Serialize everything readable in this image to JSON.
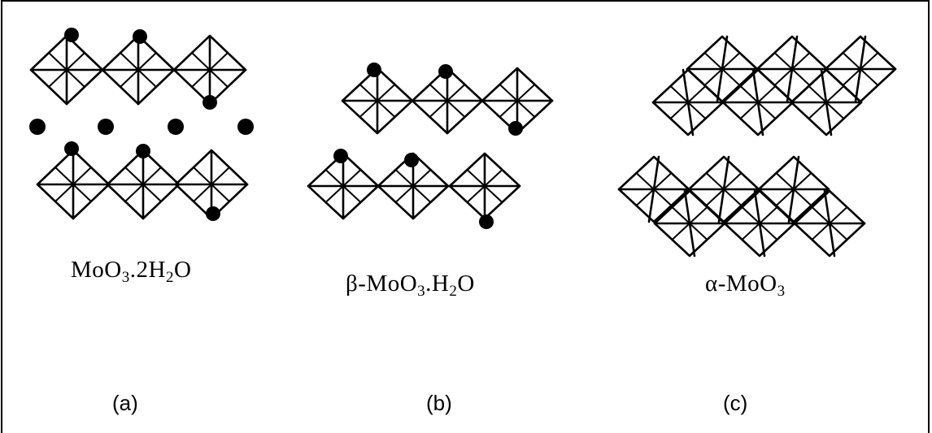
{
  "colors": {
    "line": "#000000",
    "dot": "#000000",
    "background": "#ffffff"
  },
  "panels": [
    {
      "id": "a",
      "label": "(a)",
      "formula": {
        "base": "MoO",
        "sub1": "3",
        "mid": ".2H",
        "sub2": "2",
        "tail": "O"
      }
    },
    {
      "id": "b",
      "label": "(b)",
      "formula": {
        "prefix": "β-MoO",
        "sub1": "3",
        "mid": ".H",
        "sub2": "2",
        "tail": "O"
      }
    },
    {
      "id": "c",
      "label": "(c)",
      "formula": {
        "prefix": "α-MoO",
        "sub1": "3"
      }
    }
  ]
}
